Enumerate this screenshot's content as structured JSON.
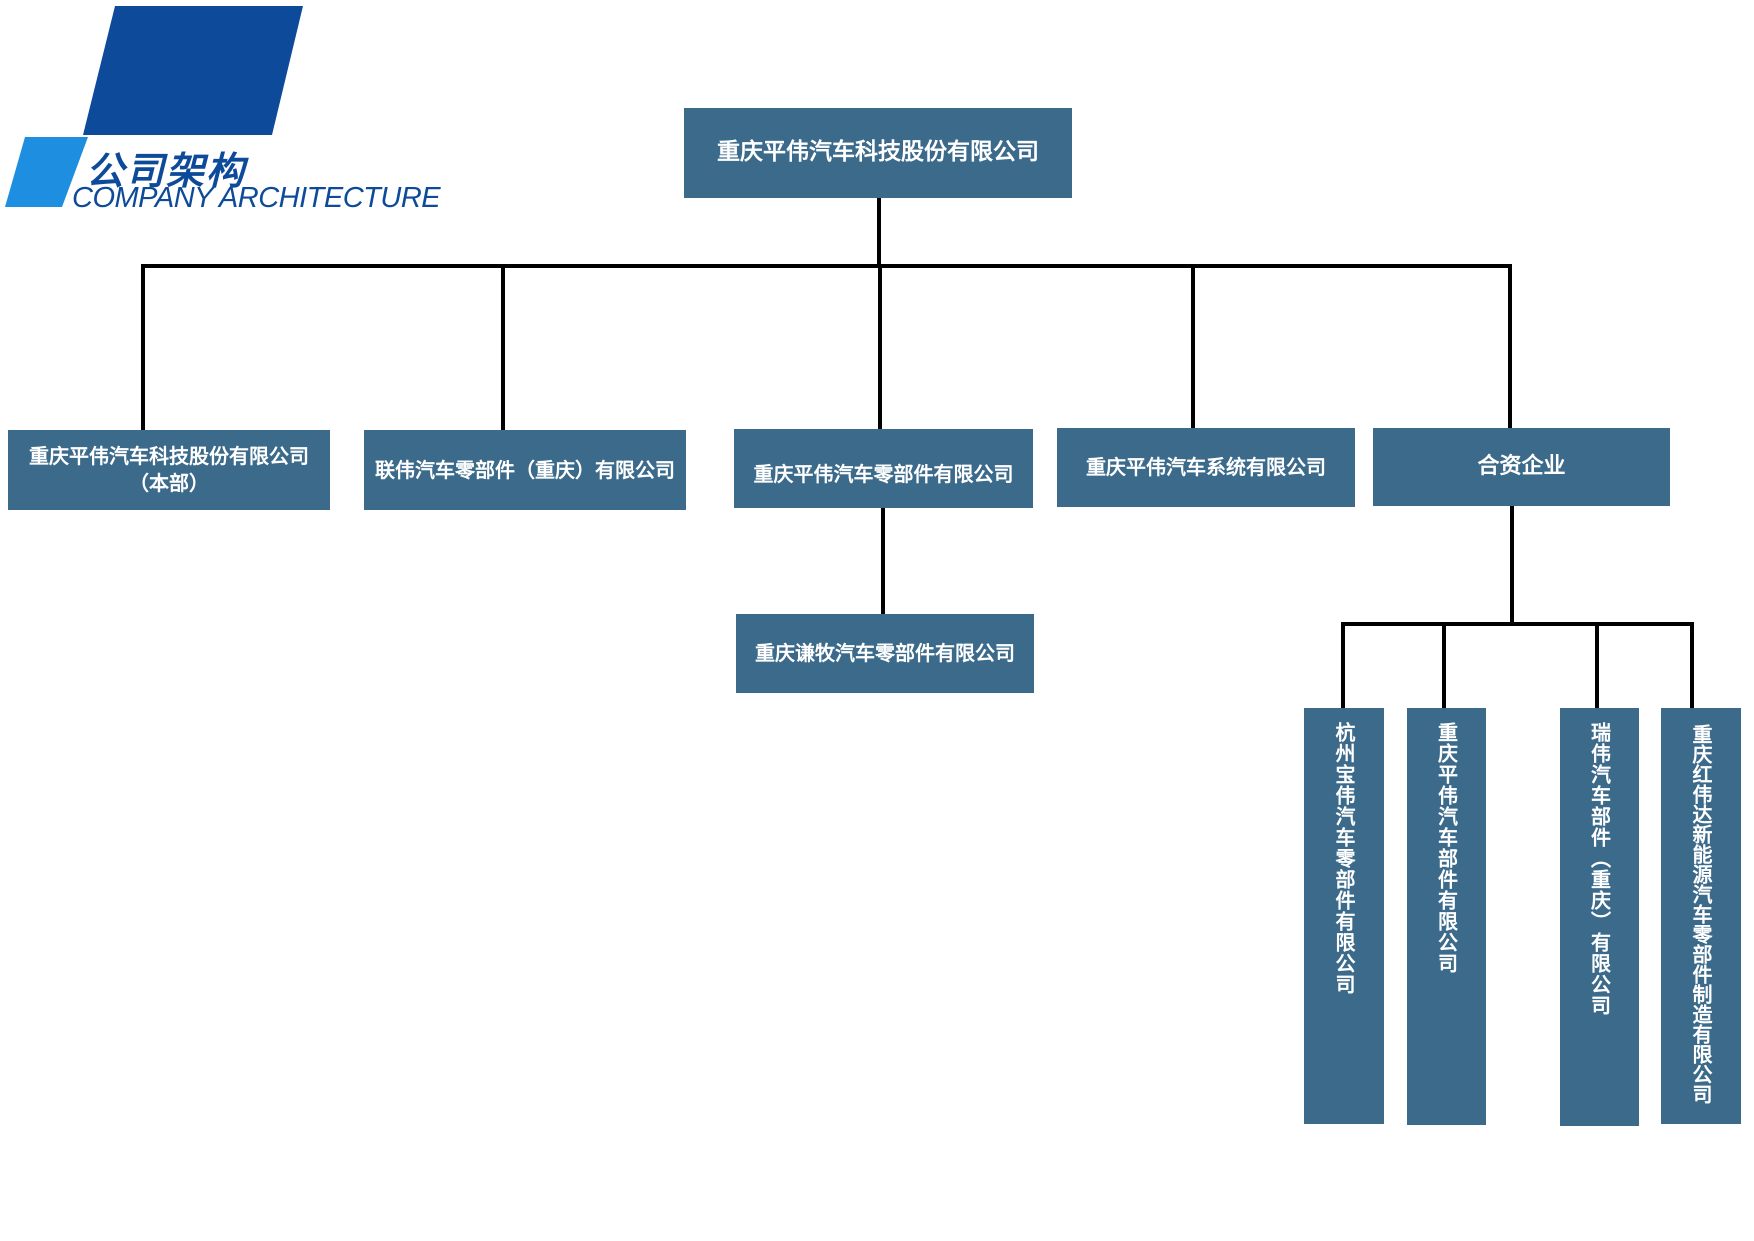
{
  "logo": {
    "title": "公司架构",
    "subtitle": "COMPANY ARCHITECTURE",
    "colors": {
      "dark": "#0d4a9a",
      "light": "#1e8fe0"
    }
  },
  "colors": {
    "box": "#3b6a8b",
    "line": "#000000"
  },
  "org": {
    "root": "重庆平伟汽车科技股份有限公司",
    "level1": [
      "重庆平伟汽车科技股份有限公司\n（本部）",
      "联伟汽车零部件（重庆）有限公司",
      "重庆平伟汽车零部件有限公司",
      "重庆平伟汽车系统有限公司",
      "合资企业"
    ],
    "sub_of_parts": "重庆谦牧汽车零部件有限公司",
    "joint_ventures": [
      "杭州宝伟汽车零部件有限公司",
      "重庆平伟汽车部件有限公司",
      "瑞伟汽车部件（重庆）有限公司",
      "重庆红伟达新能源汽车零部件制造有限公司"
    ]
  }
}
